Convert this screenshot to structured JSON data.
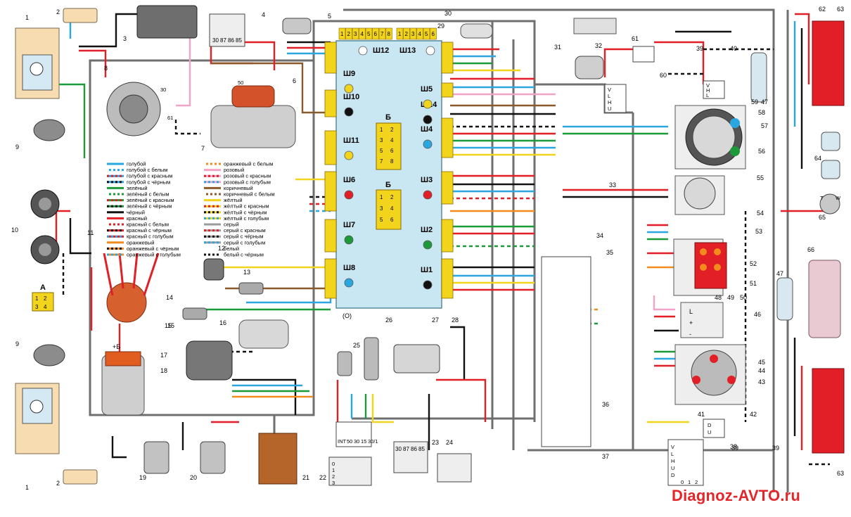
{
  "watermark": "Diagnoz-AVTO.ru",
  "component_numbers": [
    "1",
    "2",
    "3",
    "4",
    "5",
    "6",
    "7",
    "8",
    "9",
    "10",
    "11",
    "12",
    "13",
    "14",
    "15",
    "16",
    "17",
    "18",
    "19",
    "20",
    "21",
    "22",
    "23",
    "24",
    "25",
    "26",
    "27",
    "28",
    "29",
    "30",
    "31",
    "32",
    "33",
    "34",
    "35",
    "36",
    "37",
    "38",
    "39",
    "40",
    "41",
    "42",
    "43",
    "44",
    "45",
    "46",
    "47",
    "48",
    "49",
    "50",
    "51",
    "52",
    "53",
    "54",
    "55",
    "56",
    "57",
    "58",
    "59",
    "60",
    "61",
    "62",
    "63",
    "64",
    "65",
    "66"
  ],
  "fuse_block": {
    "top_pins_left": [
      "1",
      "2",
      "3",
      "4",
      "5",
      "6",
      "7",
      "8"
    ],
    "top_pins_right": [
      "1",
      "2",
      "3",
      "4",
      "5",
      "6"
    ],
    "connectors": [
      "Ш12",
      "Ш13",
      "Ш9",
      "Ш5",
      "Ш10",
      "Ш14",
      "Ш11",
      "Ш4",
      "Ш6",
      "Ш3",
      "Ш7",
      "Ш2",
      "Ш8",
      "Ш1"
    ],
    "blocks": [
      "Б",
      "Б"
    ],
    "block_a_pins": [
      "1",
      "2",
      "3",
      "4",
      "5",
      "6",
      "7",
      "8"
    ],
    "block_b_pins": [
      "1",
      "2",
      "3",
      "4",
      "5",
      "6"
    ]
  },
  "relay_pins": [
    "30",
    "87",
    "86",
    "85"
  ],
  "relay_ign_pins": [
    "INT",
    "50",
    "30",
    "15",
    "30/1"
  ],
  "small_labels": {
    "starter": "50",
    "alternator_a": "30",
    "alternator_b": "61",
    "plus_b": "+Б",
    "connector_a": "А",
    "conn_a_pins": [
      "1",
      "2",
      "3",
      "4"
    ],
    "ign_switch_rows": [
      "0",
      "1",
      "2",
      "3"
    ],
    "indicator_l": "L",
    "indicator_plus": "+",
    "indicator_minus": "-",
    "sw38": [
      "V",
      "L",
      "H",
      "U",
      "D"
    ],
    "sw38_pos": [
      "0",
      "1",
      "2"
    ],
    "sw59": [
      "V",
      "H",
      "L"
    ],
    "sw60": [
      "V",
      "L",
      "H",
      "U"
    ],
    "sw42": [
      "D",
      "U"
    ],
    "sensor_w": "W",
    "sensor_t": "T",
    "light_sym": "(O)"
  },
  "legend": [
    {
      "label": "голубой",
      "c1": "#2aa6e0",
      "c2": null
    },
    {
      "label": "голубой с белым",
      "c1": "#2aa6e0",
      "c2": "#ffffff"
    },
    {
      "label": "голубой с красным",
      "c1": "#2aa6e0",
      "c2": "#e21f26"
    },
    {
      "label": "голубой с чёрным",
      "c1": "#2aa6e0",
      "c2": "#111111"
    },
    {
      "label": "зелёный",
      "c1": "#1c9a3a",
      "c2": null
    },
    {
      "label": "зелёный с белым",
      "c1": "#1c9a3a",
      "c2": "#ffffff"
    },
    {
      "label": "зелёный с красным",
      "c1": "#1c9a3a",
      "c2": "#e21f26"
    },
    {
      "label": "зелёный с чёрным",
      "c1": "#1c9a3a",
      "c2": "#111111"
    },
    {
      "label": "чёрный",
      "c1": "#111111",
      "c2": null
    },
    {
      "label": "красный",
      "c1": "#e21f26",
      "c2": null
    },
    {
      "label": "красный с белым",
      "c1": "#e21f26",
      "c2": "#ffffff"
    },
    {
      "label": "красный с чёрным",
      "c1": "#e21f26",
      "c2": "#111111"
    },
    {
      "label": "красный с голубым",
      "c1": "#e21f26",
      "c2": "#2aa6e0"
    },
    {
      "label": "оранжевый",
      "c1": "#f28a1c",
      "c2": null
    },
    {
      "label": "оранжевый с чёрным",
      "c1": "#f28a1c",
      "c2": "#111111"
    },
    {
      "label": "оранжевый с голубым",
      "c1": "#f28a1c",
      "c2": "#2aa6e0"
    },
    {
      "label": "оранжевый с белым",
      "c1": "#f28a1c",
      "c2": "#ffffff"
    },
    {
      "label": "розовый",
      "c1": "#f4a3c8",
      "c2": null
    },
    {
      "label": "розовый с красным",
      "c1": "#f4a3c8",
      "c2": "#e21f26"
    },
    {
      "label": "розовый с голубым",
      "c1": "#f4a3c8",
      "c2": "#2aa6e0"
    },
    {
      "label": "коричневый",
      "c1": "#8a5a2a",
      "c2": null
    },
    {
      "label": "коричневый с белым",
      "c1": "#8a5a2a",
      "c2": "#ffffff"
    },
    {
      "label": "жёлтый",
      "c1": "#f3d41c",
      "c2": null
    },
    {
      "label": "жёлтый с красным",
      "c1": "#f3d41c",
      "c2": "#e21f26"
    },
    {
      "label": "жёлтый с чёрным",
      "c1": "#f3d41c",
      "c2": "#111111"
    },
    {
      "label": "жёлтый с голубым",
      "c1": "#f3d41c",
      "c2": "#2aa6e0"
    },
    {
      "label": "серый",
      "c1": "#9b9b9b",
      "c2": null
    },
    {
      "label": "серый с красным",
      "c1": "#9b9b9b",
      "c2": "#e21f26"
    },
    {
      "label": "серый с чёрным",
      "c1": "#9b9b9b",
      "c2": "#111111"
    },
    {
      "label": "серый с голубым",
      "c1": "#9b9b9b",
      "c2": "#2aa6e0"
    },
    {
      "label": "белый",
      "c1": "#ffffff",
      "c2": null
    },
    {
      "label": "белый с чёрным",
      "c1": "#ffffff",
      "c2": "#111111"
    }
  ],
  "colors": {
    "red": "#e21f26",
    "yellow": "#f3d41c",
    "blue": "#2aa6e0",
    "green": "#1c9a3a",
    "black": "#111111",
    "gray": "#9b9b9b",
    "brown": "#8a5a2a",
    "orange": "#f28a1c",
    "pink": "#f4a3c8",
    "fuse_panel": "#c9e7f2",
    "watermark": "#e2262a"
  },
  "fuse_dots": {
    "Ш12": "#ffffff",
    "Ш13": "#ffffff",
    "Ш9": "#f3d41c",
    "Ш5": "#f3d41c",
    "Ш10": "#111111",
    "Ш14": "#111111",
    "Ш11": "#f3d41c",
    "Ш4": "#2aa6e0",
    "Ш6": "#e21f26",
    "Ш3": "#e21f26",
    "Ш7": "#1c9a3a",
    "Ш2": "#1c9a3a",
    "Ш8": "#2aa6e0",
    "Ш1": "#111111"
  }
}
